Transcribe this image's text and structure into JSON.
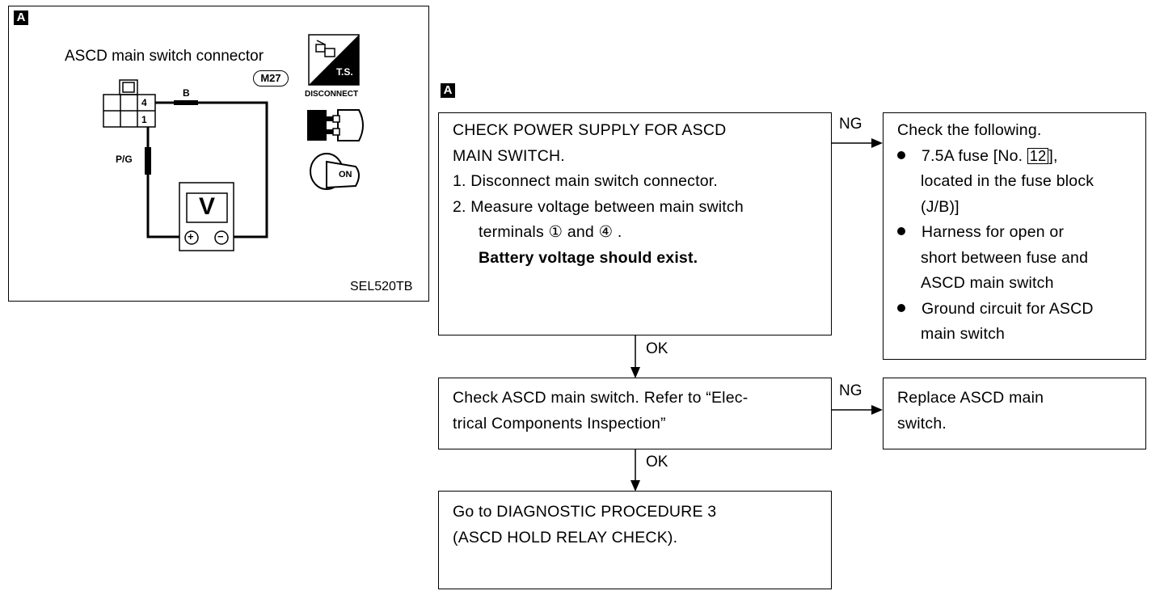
{
  "left_panel": {
    "tag": "A",
    "title": "ASCD main switch connector",
    "connector_id": "M27",
    "terminal_4": "4",
    "terminal_1": "1",
    "wire_b": "B",
    "wire_pg": "P/G",
    "meter_label": "V",
    "meter_plus": "+",
    "meter_minus": "−",
    "ts_label": "T.S.",
    "disconnect_label": "DISCONNECT",
    "ignition_label": "ON",
    "figure_code": "SEL520TB"
  },
  "flow": {
    "tag": "A",
    "box1": {
      "line1": "CHECK POWER SUPPLY FOR ASCD",
      "line2": "MAIN SWITCH.",
      "step1": "1.  Disconnect main switch connector.",
      "step2a": "2.  Measure voltage between main switch",
      "step2b": "terminals ① and ④ .",
      "step2c": "Battery voltage should exist."
    },
    "ng1": "NG",
    "ok1": "OK",
    "box_ng1": {
      "title": "Check the following.",
      "b1a": "7.5A fuse [No. ",
      "b1num": "12",
      "b1end": "],",
      "b1b": "located in the fuse block",
      "b1c": "(J/B)]",
      "b2a": "Harness for open or",
      "b2b": "short between fuse and",
      "b2c": "ASCD main switch",
      "b3a": "Ground circuit for ASCD",
      "b3b": "main switch"
    },
    "box2": {
      "line1": "Check ASCD main switch. Refer to “Elec-",
      "line2": "trical Components Inspection”"
    },
    "ng2": "NG",
    "ok2": "OK",
    "box_ng2": {
      "line1": "Replace ASCD main",
      "line2": "switch."
    },
    "box3": {
      "line1": "Go to DIAGNOSTIC PROCEDURE 3",
      "line2": "(ASCD HOLD RELAY CHECK)."
    }
  }
}
